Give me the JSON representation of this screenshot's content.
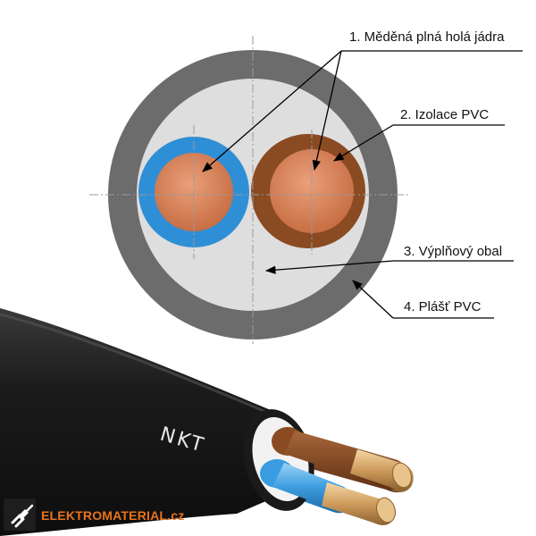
{
  "labels": {
    "copper": "1. Měděná plná holá jádra",
    "insulation": "2. Izolace PVC",
    "filler": "3. Výplňový obal",
    "sheath": "4. Plášť PVC"
  },
  "cable_marking": "NKT",
  "brand": "ELEKTROMATERIAL.cz",
  "colors": {
    "sheath": "#6c6c6c",
    "filler": "#dcdcdc",
    "blue_insulation": "#2f8fd6",
    "brown_insulation": "#8a4a22",
    "copper": "#d98258",
    "cable_black": "#161616",
    "brand_orange": "#e8731c"
  },
  "icons": [
    "plug-icon",
    "arrow-icon"
  ]
}
